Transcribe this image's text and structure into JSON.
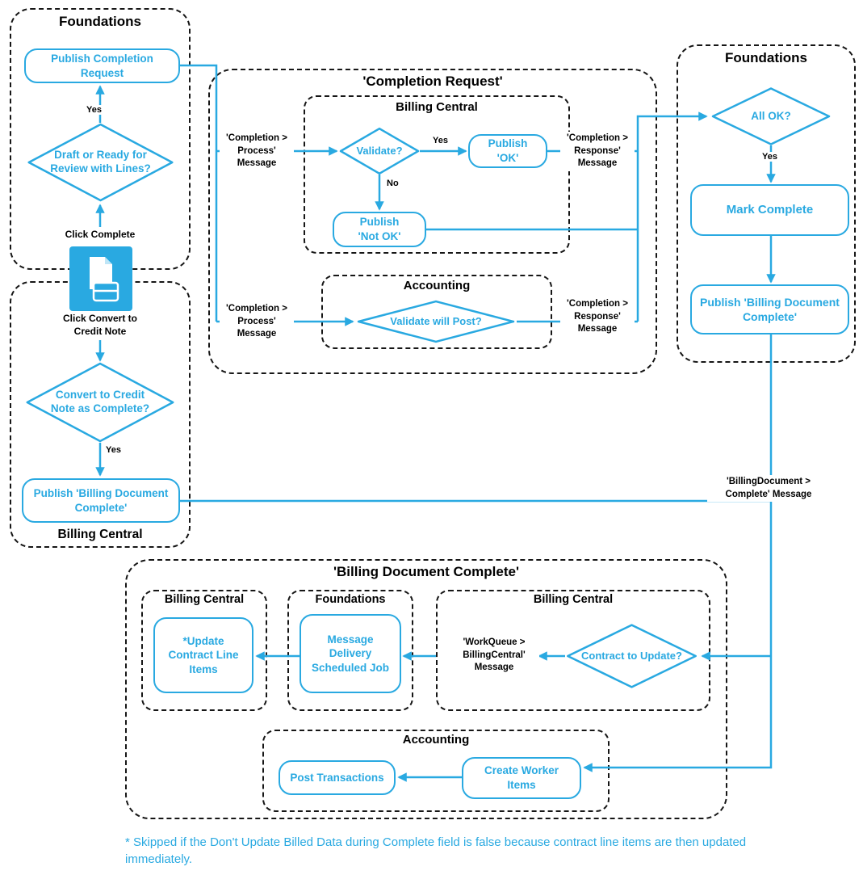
{
  "colors": {
    "accent": "#29a9e1",
    "border_dark": "#161616"
  },
  "foundations_left": {
    "title": "Foundations",
    "publish_completion_request": "Publish Completion Request",
    "decision_draft_ready": "Draft or Ready for Review with Lines?",
    "yes": "Yes",
    "click_complete": "Click Complete"
  },
  "convert_note": "Click Convert to Credit Note",
  "billing_central_left": {
    "title": "Billing Central",
    "decision_convert": "Convert to Credit Note as Complete?",
    "yes": "Yes",
    "publish_bdc": "Publish 'Billing Document Complete'"
  },
  "completion_request": {
    "title": "'Completion Request'",
    "process_message": "'Completion > Process' Message",
    "response_message": "'Completion > Response' Message",
    "billing_central": {
      "title": "Billing Central",
      "decision_validate": "Validate?",
      "yes": "Yes",
      "no": "No",
      "publish_ok": "Publish 'OK'",
      "publish_not_ok": "Publish 'Not OK'"
    },
    "accounting": {
      "title": "Accounting",
      "decision_validate_post": "Validate will Post?"
    }
  },
  "foundations_right": {
    "title": "Foundations",
    "decision_all_ok": "All OK?",
    "yes": "Yes",
    "mark_complete": "Mark Complete",
    "publish_bdc": "Publish 'Billing Document Complete'"
  },
  "bdc_message": "'BillingDocument > Complete' Message",
  "billing_document_complete": {
    "title": "'Billing Document Complete'",
    "billing_central_update": {
      "title": "Billing Central",
      "update_cli": "*Update Contract Line Items"
    },
    "foundations": {
      "title": "Foundations",
      "mdsj": "Message Delivery Scheduled Job"
    },
    "billing_central_queue": {
      "title": "Billing Central",
      "workqueue_message": "'WorkQueue > BillingCentral' Message",
      "decision_contract": "Contract to Update?"
    },
    "accounting": {
      "title": "Accounting",
      "post_transactions": "Post Transactions",
      "create_worker_items": "Create Worker Items"
    }
  },
  "footnote": "* Skipped if the Don't Update Billed Data during Complete field is false because contract line items are then updated immediately."
}
